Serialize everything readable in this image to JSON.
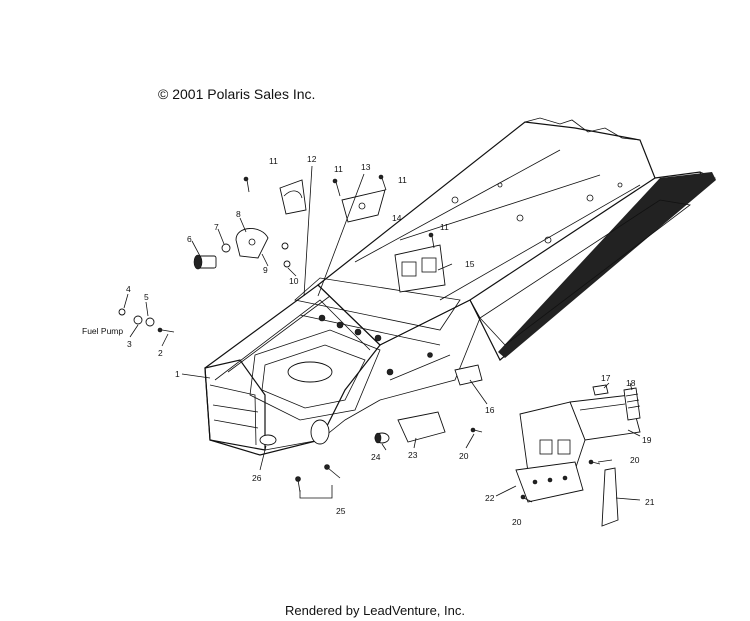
{
  "copyright": "© 2001 Polaris Sales Inc.",
  "footer": "Rendered by LeadVenture, Inc.",
  "callouts": [
    {
      "id": "1",
      "text": "1"
    },
    {
      "id": "2",
      "text": "2"
    },
    {
      "id": "3",
      "text": "3"
    },
    {
      "id": "4",
      "text": "4"
    },
    {
      "id": "5",
      "text": "5"
    },
    {
      "id": "6",
      "text": "6"
    },
    {
      "id": "7",
      "text": "7"
    },
    {
      "id": "8",
      "text": "8"
    },
    {
      "id": "9",
      "text": "9"
    },
    {
      "id": "10",
      "text": "10"
    },
    {
      "id": "11a",
      "text": "11"
    },
    {
      "id": "11b",
      "text": "11"
    },
    {
      "id": "11c",
      "text": "11"
    },
    {
      "id": "11d",
      "text": "11"
    },
    {
      "id": "12",
      "text": "12"
    },
    {
      "id": "13",
      "text": "13"
    },
    {
      "id": "14",
      "text": "14"
    },
    {
      "id": "15",
      "text": "15"
    },
    {
      "id": "16",
      "text": "16"
    },
    {
      "id": "17",
      "text": "17"
    },
    {
      "id": "18",
      "text": "18"
    },
    {
      "id": "19",
      "text": "19"
    },
    {
      "id": "20a",
      "text": "20"
    },
    {
      "id": "20b",
      "text": "20"
    },
    {
      "id": "20c",
      "text": "20"
    },
    {
      "id": "21",
      "text": "21"
    },
    {
      "id": "22",
      "text": "22"
    },
    {
      "id": "23",
      "text": "23"
    },
    {
      "id": "24",
      "text": "24"
    },
    {
      "id": "25",
      "text": "25"
    },
    {
      "id": "26",
      "text": "26"
    }
  ],
  "fuel_pump_label": "Fuel Pump"
}
